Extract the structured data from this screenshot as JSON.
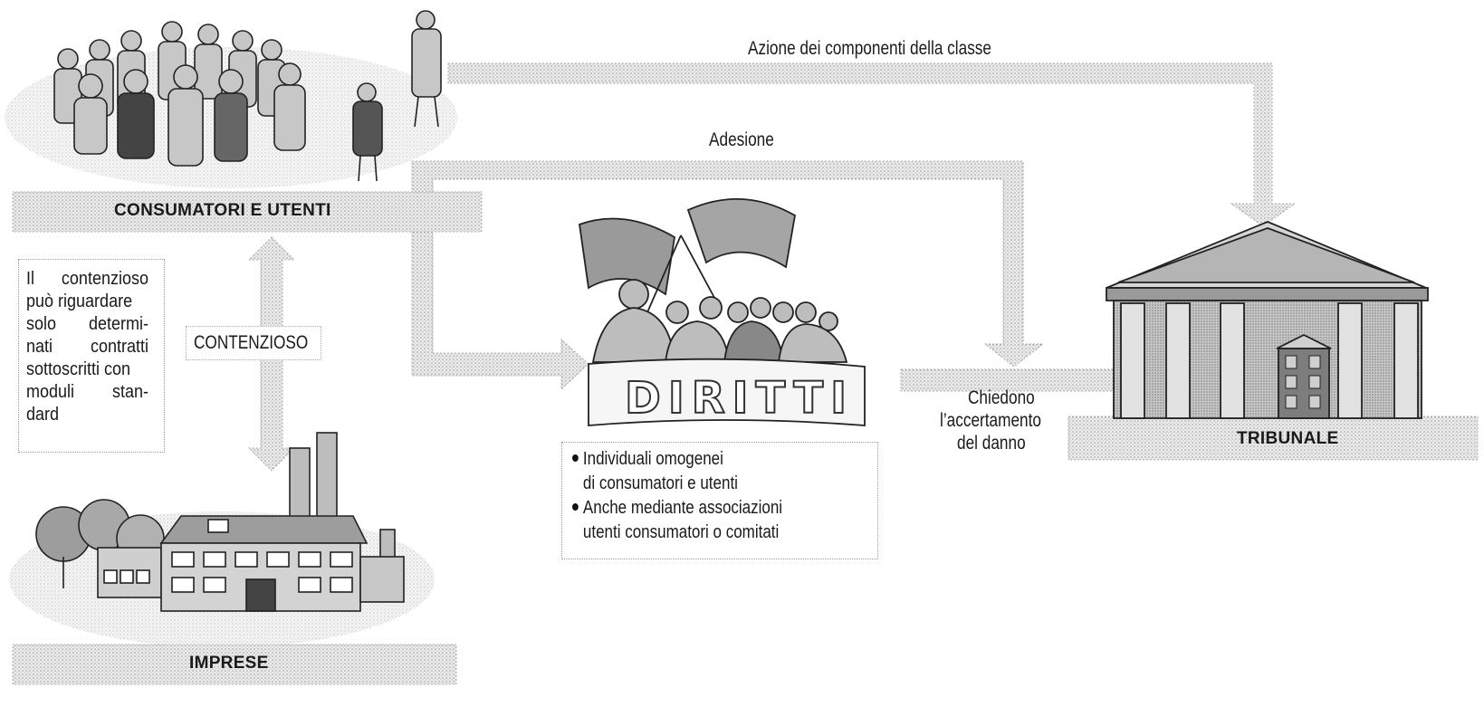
{
  "labels": {
    "consumatori": "CONSUMATORI E UTENTI",
    "imprese": "IMPRESE",
    "tribunale": "TRIBUNALE",
    "contenzioso": "CONTENZIOSO",
    "diritti_banner": "DIRITTI"
  },
  "arrows": {
    "azione": "Azione dei componenti della classe",
    "adesione": "Adesione",
    "chiedono": [
      "Chiedono",
      "l’accertamento",
      "del danno"
    ]
  },
  "note_lines": [
    [
      "Il",
      "contenzioso"
    ],
    [
      "può riguardare"
    ],
    [
      "solo",
      "determi-"
    ],
    [
      "nati",
      "contratti"
    ],
    [
      "sottoscritti con"
    ],
    [
      "moduli",
      "stan-"
    ],
    [
      "dard"
    ]
  ],
  "rights_bullets": [
    [
      "Individuali omogenei",
      "di consumatori e utenti"
    ],
    [
      "Anche mediante associazioni",
      "utenti consumatori o comitati"
    ]
  ],
  "colors": {
    "band_fill": "#d9d9d9",
    "ink": "#1a1a1a",
    "figure_fill": "#bdbdbd",
    "dark_fill": "#555555"
  },
  "icons": [
    "crowd-people-icon",
    "factory-icon",
    "flags-crowd-icon",
    "courthouse-icon"
  ]
}
